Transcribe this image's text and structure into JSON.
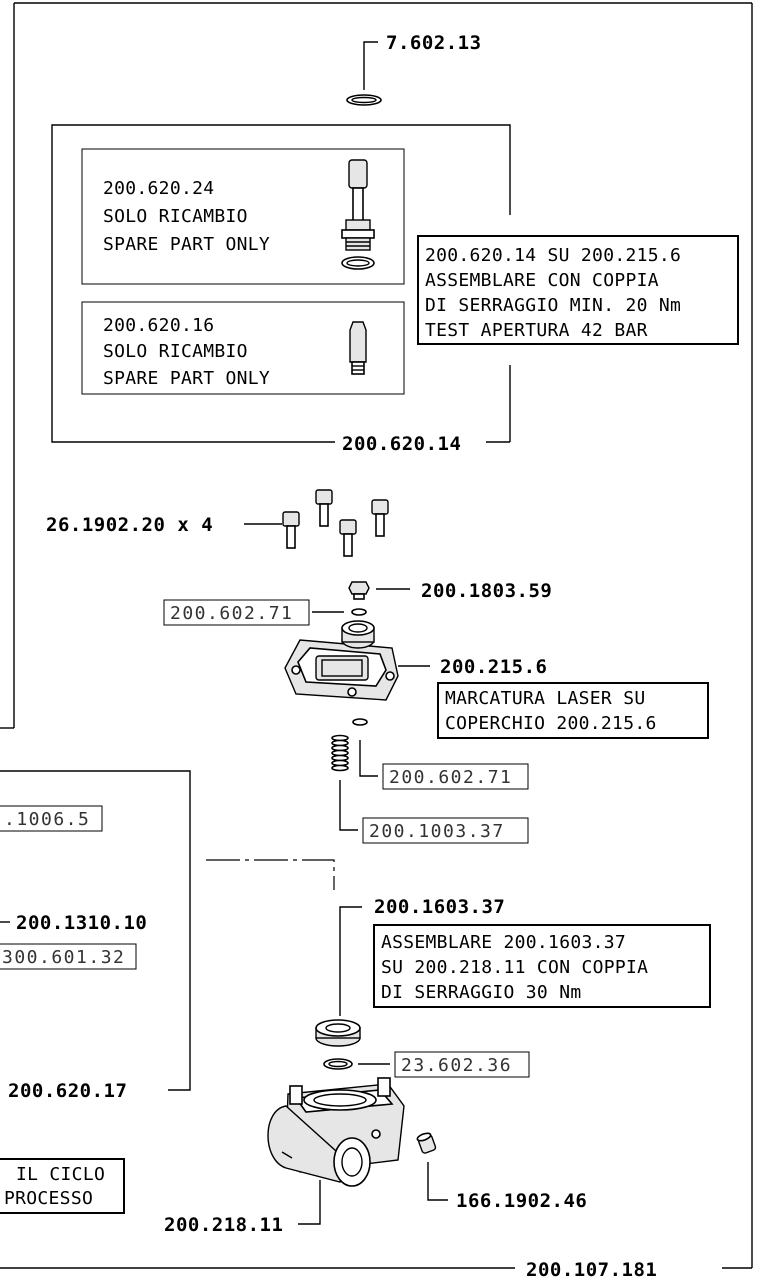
{
  "labels": {
    "oring_top": "7.602.13",
    "stem_code": "200.620.24",
    "stem_solo": "SOLO RICAMBIO",
    "stem_spare": "SPARE PART ONLY",
    "seat_code": "200.620.16",
    "seat_solo": "SOLO RICAMBIO",
    "seat_spare": "SPARE PART ONLY",
    "valve_assembly": "200.620.14",
    "screws": "26.1902.20 x 4",
    "plug": "200.1803.59",
    "oring_small_1": "200.602.71",
    "cover": "200.215.6",
    "oring_small_2": "200.602.71",
    "spring": "200.1003.37",
    "ring_left": ".1006.5",
    "part_left_1": "200.1310.10",
    "part_left_2": "300.601.32",
    "bushing": "200.1603.37",
    "oring_mid": "23.602.36",
    "group_left": "200.620.17",
    "body": "200.218.11",
    "pin": "166.1902.46",
    "assembly_bottom": "200.107.181"
  },
  "notes": {
    "valve_note": [
      "200.620.14 SU 200.215.6",
      "ASSEMBLARE CON COPPIA",
      "DI SERRAGGIO MIN. 20 Nm",
      "TEST APERTURA 42 BAR"
    ],
    "laser_note": [
      "MARCATURA LASER SU",
      "COPERCHIO 200.215.6"
    ],
    "bushing_note": [
      "ASSEMBLARE 200.1603.37",
      "SU 200.218.11 CON COPPIA",
      "DI SERRAGGIO 30 Nm"
    ],
    "left_note": [
      "IL CICLO",
      "PROCESSO"
    ]
  }
}
